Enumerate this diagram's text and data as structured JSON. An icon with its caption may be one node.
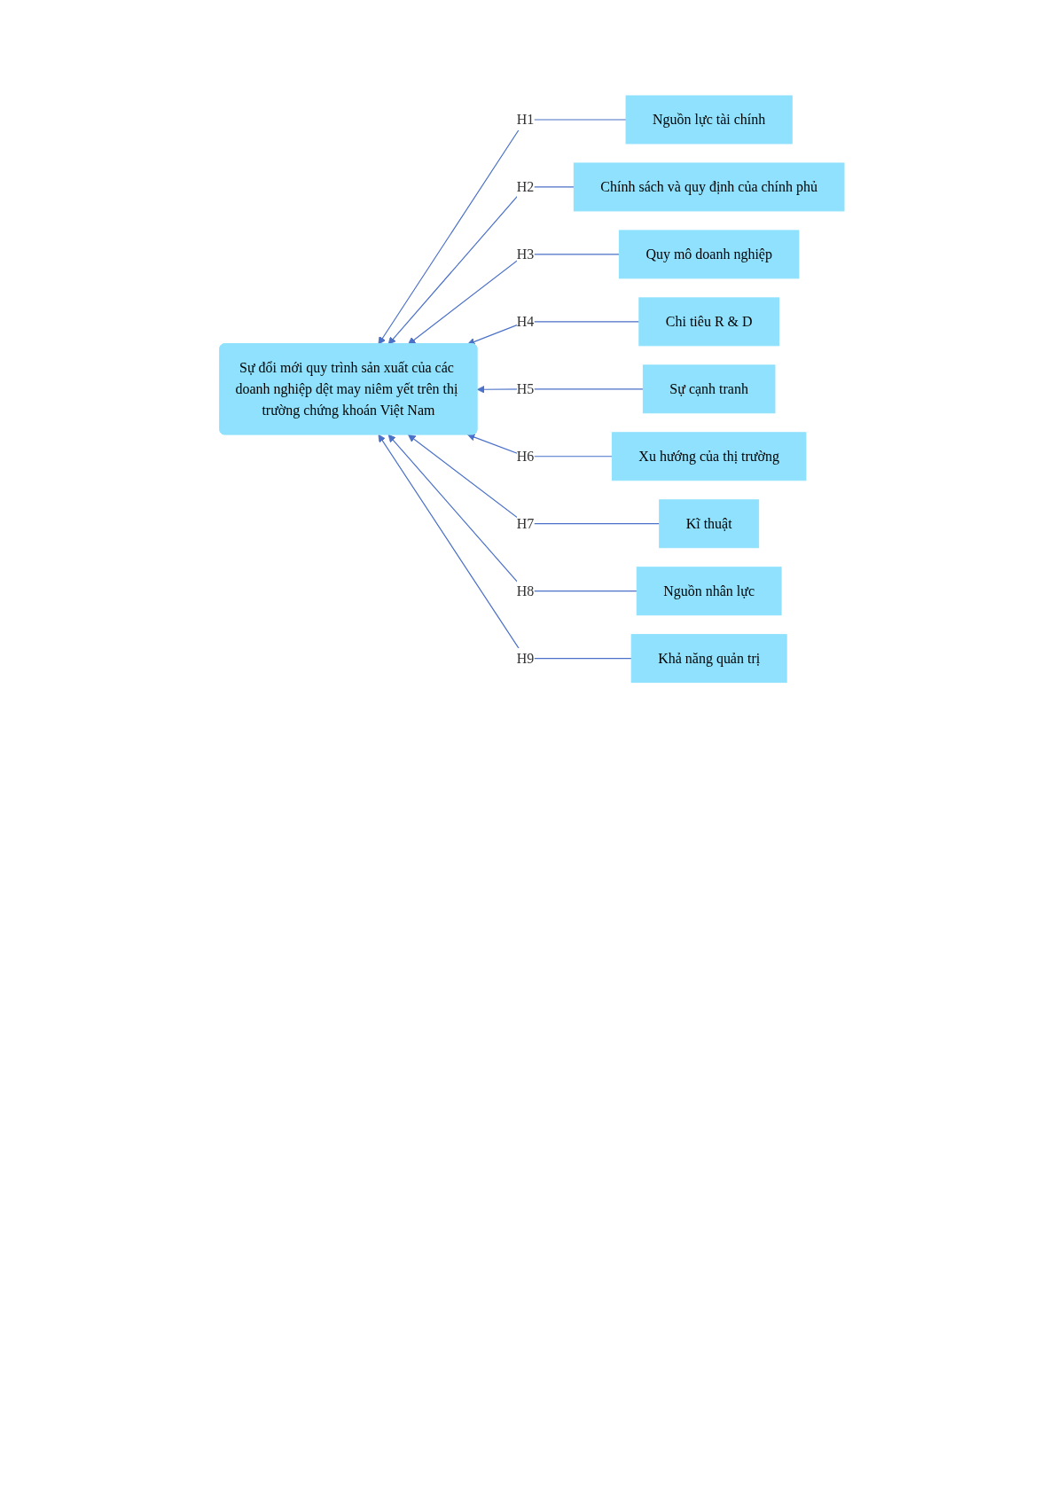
{
  "diagram": {
    "nodes": [
      {
        "text": [
          "Sự đổi mới quy trình sản xuất của các doanh nghiệp dệt may niêm yết trên thị trường chứng khoán Việt Nam"
        ]
      },
      {
        "text": [
          "Nguồn lực tài chính"
        ]
      },
      {
        "text": [
          "Chính sách và quy định của chính phủ"
        ]
      },
      {
        "text": [
          "Quy mô doanh nghiệp"
        ]
      },
      {
        "text": [
          "Chi tiêu R & D"
        ]
      },
      {
        "text": [
          "Sự cạnh tranh"
        ]
      },
      {
        "text": [
          "Xu hướng của thị trường"
        ]
      },
      {
        "text": [
          "Kĩ thuật"
        ]
      },
      {
        "text": [
          "Nguồn nhân lực"
        ]
      },
      {
        "text": [
          "Khả năng quản trị"
        ]
      }
    ],
    "edges": [
      {
        "from": 1,
        "to": 0,
        "arrow": "to",
        "label": "H1"
      },
      {
        "from": 2,
        "to": 0,
        "arrow": "to",
        "label": "H2"
      },
      {
        "from": 3,
        "to": 0,
        "arrow": "to",
        "label": "H3"
      },
      {
        "from": 4,
        "to": 0,
        "arrow": "to",
        "label": "H4"
      },
      {
        "from": 5,
        "to": 0,
        "arrow": "to",
        "label": "H5"
      },
      {
        "from": 6,
        "to": 0,
        "arrow": "to",
        "label": "H6"
      },
      {
        "from": 7,
        "to": 0,
        "arrow": "to",
        "label": "H7"
      },
      {
        "from": 8,
        "to": 0,
        "arrow": "to",
        "label": "H8"
      },
      {
        "from": 9,
        "to": 0,
        "arrow": "to",
        "label": "H9"
      }
    ]
  }
}
